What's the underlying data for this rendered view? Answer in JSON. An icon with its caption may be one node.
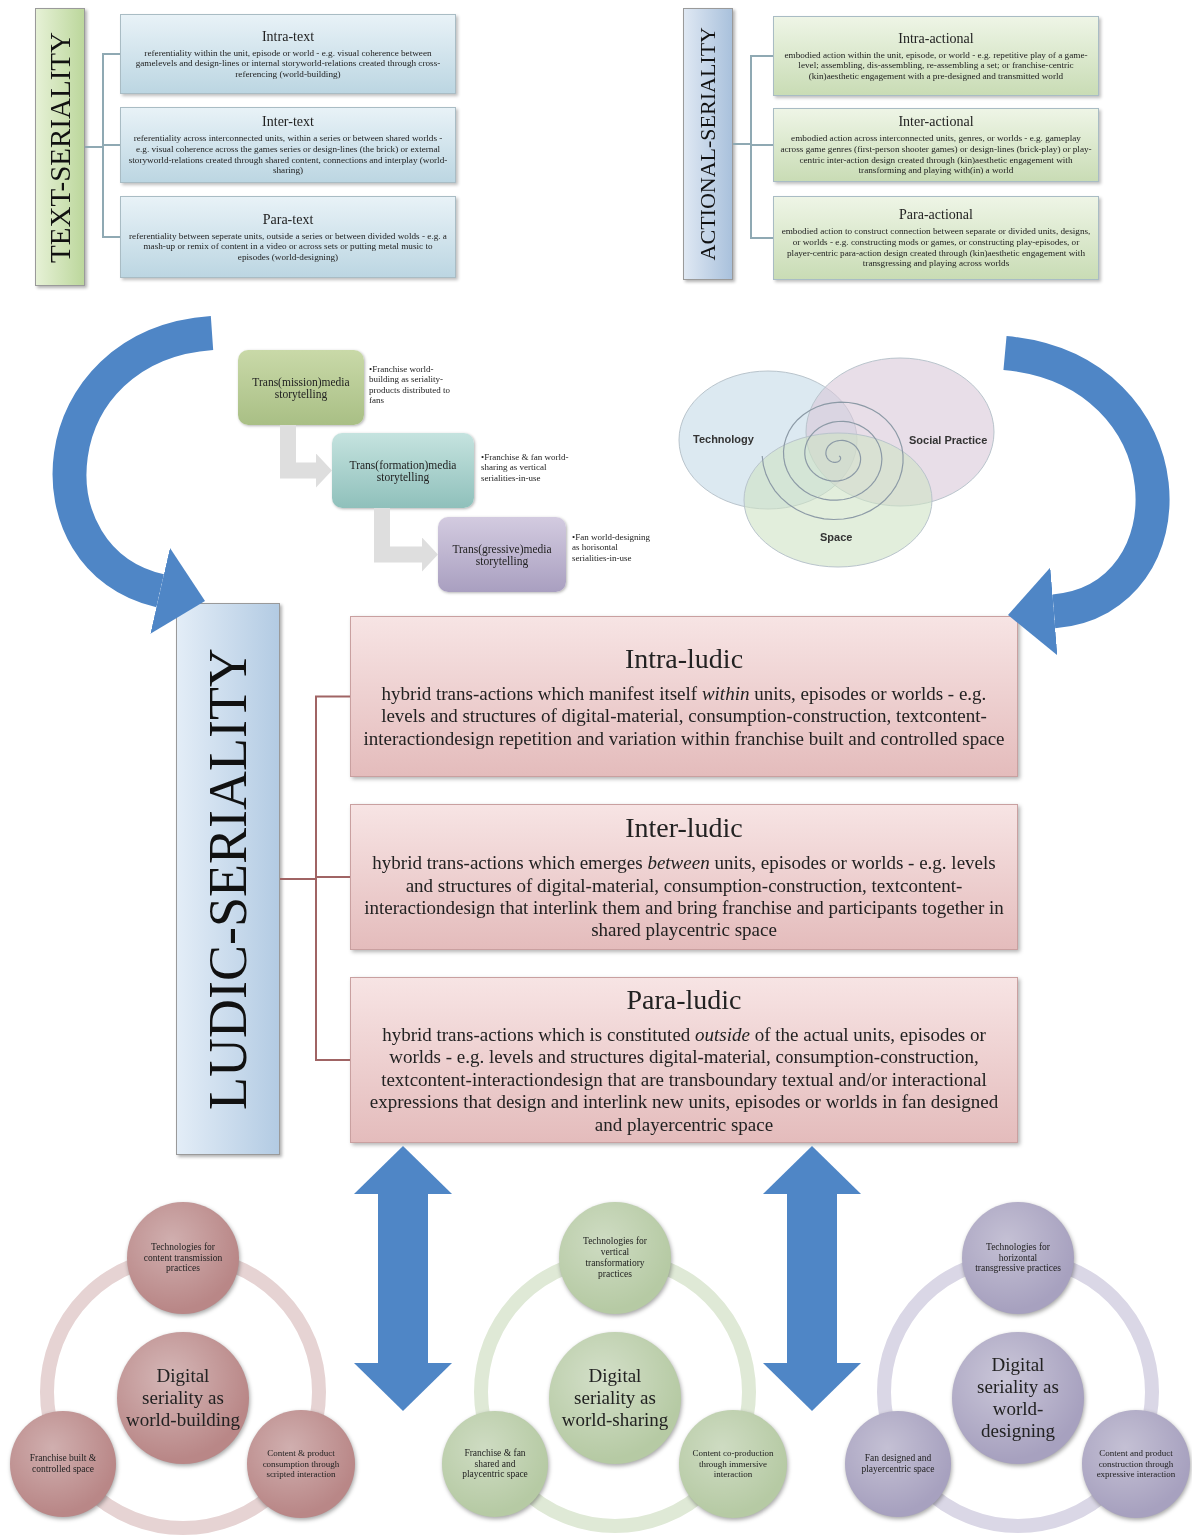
{
  "diagram": {
    "nodes": [
      {
        "text": [
          "TEXT-SERIALITY"
        ]
      },
      {
        "text": [
          "Intra-text",
          "referentiality within the unit, episode or world - e.g. visual coherence between gamelevels and design-lines or internal storyworld-relations created through cross-referencing (world-building)"
        ]
      },
      {
        "text": [
          "Inter-text",
          "referentiality across interconnected units, within a series or between shared worlds - e.g. visual coherence across the games series or design-lines (the brick) or external storyworld-relations created through shared content, connections and interplay (world-sharing)"
        ]
      },
      {
        "text": [
          "Para-text",
          "referentiality between seperate units, outside a series or between divided wolds - e.g. a mash-up or remix of content in a video or across sets or putting metal music to episodes (world-designing)"
        ]
      },
      {
        "text": [
          "ACTIONAL-SERIALITY"
        ]
      },
      {
        "text": [
          "Intra-actional",
          "embodied action within the unit, episode, or world - e.g. repetitive play of a game-level; assembling, dis-assembling, re-assembling a set; or franchise-centric (kin)aesthetic engagement with a pre-designed and transmitted world"
        ]
      },
      {
        "text": [
          "Inter-actional",
          "embodied action across interconnected units, genres, or worlds - e.g. gameplay across game genres (first-person shooter games) or design-lines (brick-play) or play-centric inter-action design created through (kin)aesthetic engagement with transforming and playing with(in) a world"
        ]
      },
      {
        "text": [
          "Para-actional",
          "embodied action to construct connection between separate or divided units, designs, or worlds - e.g. constructing mods or games, or constructing play-episodes, or player-centric para-action design created through (kin)aesthetic engagement with transgressing and playing across worlds"
        ]
      },
      {
        "text": [
          "Trans(mission)media storytelling"
        ],
        "beside": [
          "•Franchise world-building as seriality-products distributed to fans"
        ]
      },
      {
        "text": [
          "Trans(formation)media storytelling"
        ],
        "beside": [
          "•Franchise & fan world-sharing as vertical serialities-in-use"
        ]
      },
      {
        "text": [
          "Trans(gressive)media storytelling"
        ],
        "beside": [
          "•Fan world-designing as horisontal serialities-in-use"
        ]
      },
      {
        "text": [
          "Technology"
        ]
      },
      {
        "text": [
          "Social Practice"
        ]
      },
      {
        "text": [
          "Space"
        ]
      },
      {
        "text": [
          "LUDIC-SERIALITY"
        ]
      },
      {
        "text": [
          "Intra-ludic",
          "hybrid trans-actions which manifest itself *within* units, episodes or worlds - e.g. levels and structures of digital-material, consumption-construction, textcontent-interactiondesign repetition and variation within franchise built and controlled space"
        ]
      },
      {
        "text": [
          "Inter-ludic",
          "hybrid trans-actions which emerges *between* units, episodes or worlds - e.g. levels and structures of digital-material, consumption-construction, textcontent-interactiondesign that interlink them and bring franchise and participants together in shared playcentric space"
        ]
      },
      {
        "text": [
          "Para-ludic",
          "hybrid trans-actions which is constituted *outside* of the actual units, episodes or worlds - e.g. levels and structures digital-material, consumption-construction, textcontent-interactiondesign that are transboundary textual and/or interactional expressions that design and interlink new units, episodes or worlds in fan designed and playercentric space"
        ]
      },
      {
        "text": [
          "Technologies for content transmission practices"
        ]
      },
      {
        "text": [
          "Digital seriality as world-building"
        ]
      },
      {
        "text": [
          "Franchise built & controlled space"
        ]
      },
      {
        "text": [
          "Content & product consumption through scripted interaction"
        ]
      },
      {
        "text": [
          "Technologies for vertical transformatiory practices"
        ]
      },
      {
        "text": [
          "Digital seriality as world-sharing"
        ]
      },
      {
        "text": [
          "Franchise & fan shared and playcentric space"
        ]
      },
      {
        "text": [
          "Content co-production through immersive interaction"
        ]
      },
      {
        "text": [
          "Technologies for horizontal transgressive practices"
        ]
      },
      {
        "text": [
          "Digital seriality as world-designing"
        ]
      },
      {
        "text": [
          "Fan designed and playercentric space"
        ]
      },
      {
        "text": [
          "Content and product construction through expressive interaction"
        ]
      }
    ],
    "edges": [
      {
        "from": 0,
        "to": 1,
        "arrow": "none"
      },
      {
        "from": 0,
        "to": 2,
        "arrow": "none"
      },
      {
        "from": 0,
        "to": 3,
        "arrow": "none"
      },
      {
        "from": 4,
        "to": 5,
        "arrow": "none"
      },
      {
        "from": 4,
        "to": 6,
        "arrow": "none"
      },
      {
        "from": 4,
        "to": 7,
        "arrow": "none"
      },
      {
        "from": 8,
        "to": 9,
        "arrow": "to",
        "style": "thick",
        "color": "#dedede"
      },
      {
        "from": 9,
        "to": 10,
        "arrow": "to",
        "style": "thick",
        "color": "#dedede"
      },
      {
        "from": null,
        "to": 14,
        "arrow": "to",
        "style": "thick",
        "color": "#4f86c6"
      },
      {
        "from": null,
        "to": 15,
        "arrow": "to",
        "style": "thick",
        "color": "#4f86c6"
      },
      {
        "from": 14,
        "to": 15,
        "arrow": "none",
        "color": "#a06464"
      },
      {
        "from": 14,
        "to": 16,
        "arrow": "none",
        "color": "#a06464"
      },
      {
        "from": 14,
        "to": 17,
        "arrow": "none",
        "color": "#a06464"
      },
      {
        "from": 17,
        "to": 24,
        "arrow": "both",
        "style": "thick",
        "color": "#4f86c6"
      },
      {
        "from": 17,
        "to": 28,
        "arrow": "both",
        "style": "thick",
        "color": "#4f86c6"
      }
    ]
  }
}
